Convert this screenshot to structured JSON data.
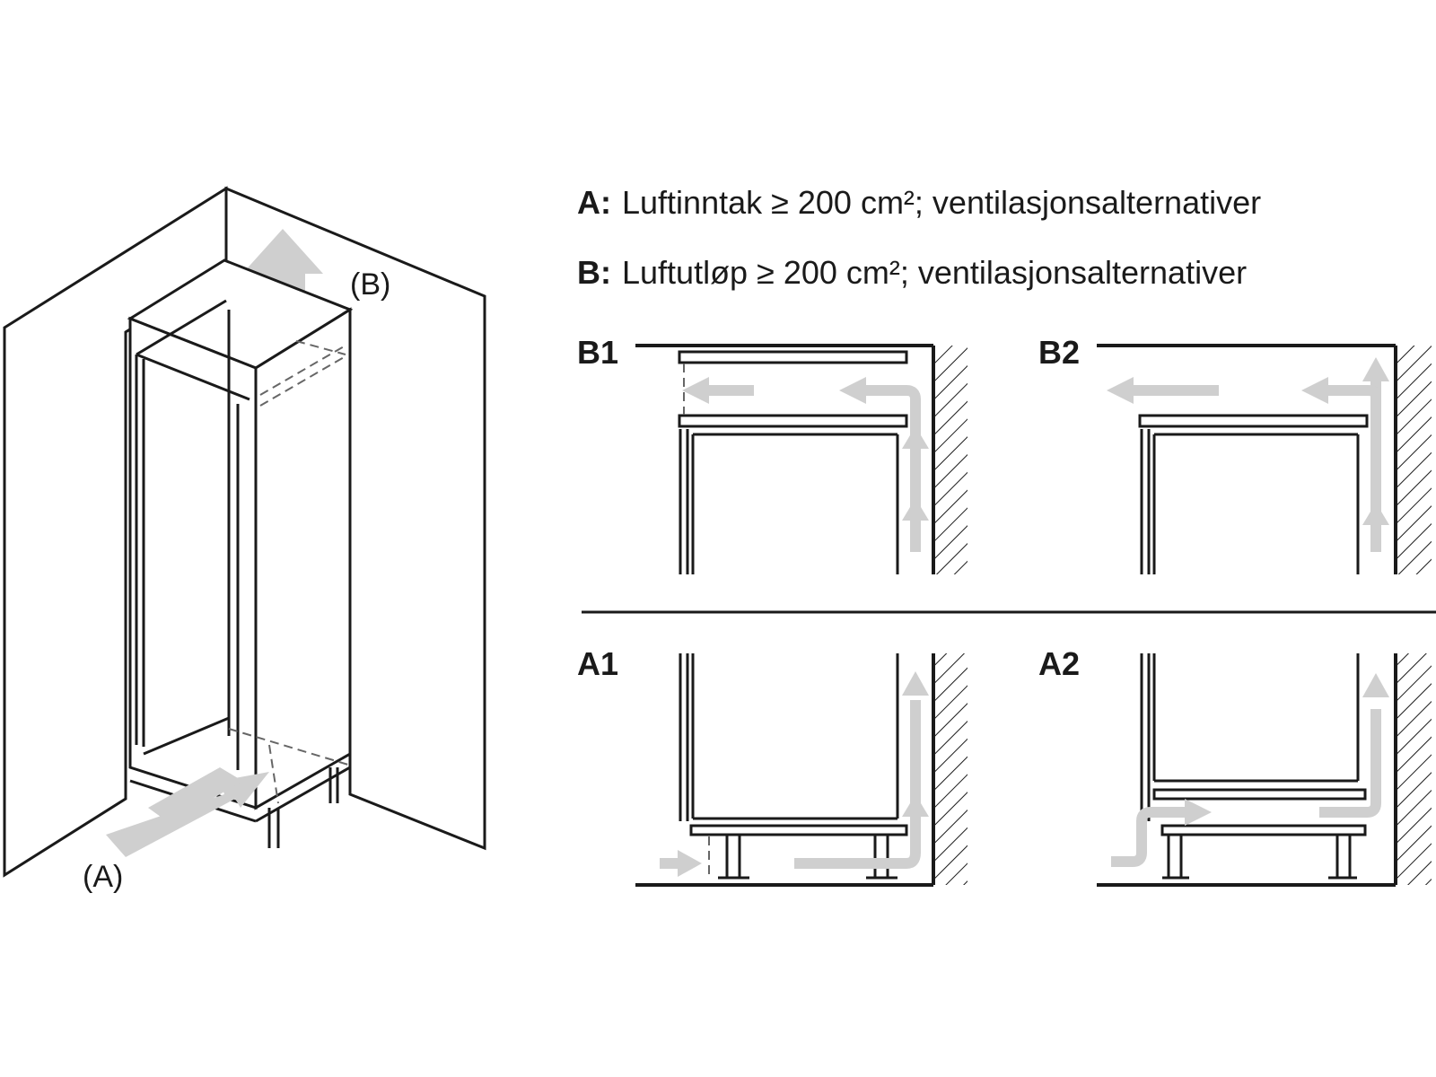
{
  "labels": {
    "outlet_marker": "(B)",
    "inlet_marker": "(A)"
  },
  "legend": {
    "a_key": "A:",
    "a_text": "Luftinntak ≥ 200 cm²; ventilasjonsalternativer",
    "b_key": "B:",
    "b_text": "Luftutløp ≥ 200 cm²; ventilasjonsalternativer"
  },
  "panels": {
    "b1": "B1",
    "b2": "B2",
    "a1": "A1",
    "a2": "A2"
  },
  "colors": {
    "line": "#1a1a1a",
    "arrow": "#cfcfcf",
    "background": "#ffffff"
  }
}
